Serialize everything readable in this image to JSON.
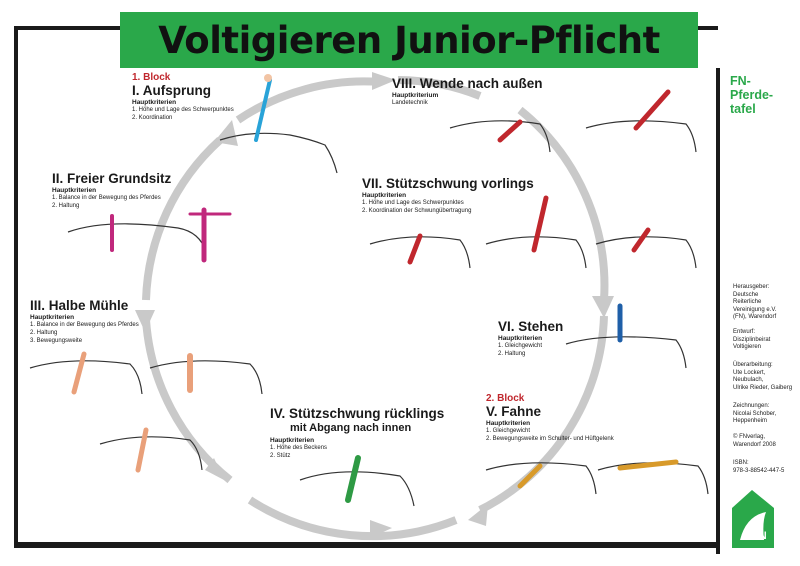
{
  "title": "Voltigieren Junior-Pflicht",
  "logo": {
    "line1": "FN-",
    "line2": "Pferde-",
    "line3": "tafel"
  },
  "sections": {
    "aufsprung": {
      "block": "1. Block",
      "heading": "I. Aufsprung",
      "crit_label": "Hauptkriterien",
      "items": [
        "1. Höhe und Lage des Schwerpunktes",
        "2. Koordination"
      ]
    },
    "grundsitz": {
      "heading": "II. Freier Grundsitz",
      "crit_label": "Hauptkriterien",
      "items": [
        "1. Balance in der Bewegung des Pferdes",
        "2. Haltung"
      ]
    },
    "muehle": {
      "heading": "III. Halbe Mühle",
      "crit_label": "Hauptkriterien",
      "items": [
        "1. Balance in der Bewegung des Pferdes",
        "2. Haltung",
        "3. Bewegungsweite"
      ]
    },
    "rueck": {
      "heading": "IV. Stützschwung rücklings",
      "subheading": "mit Abgang nach innen",
      "crit_label": "Hauptkriterien",
      "items": [
        "1. Höhe des Beckens",
        "2. Stütz"
      ]
    },
    "fahne": {
      "block": "2. Block",
      "heading": "V. Fahne",
      "crit_label": "Hauptkriterien",
      "items": [
        "1. Gleichgewicht",
        "2. Bewegungsweite im Schulter- und Hüftgelenk"
      ]
    },
    "stehen": {
      "heading": "VI. Stehen",
      "crit_label": "Hauptkriterien",
      "items": [
        "1. Gleichgewicht",
        "2. Haltung"
      ]
    },
    "vorlings": {
      "heading": "VII. Stützschwung vorlings",
      "crit_label": "Hauptkriterien",
      "items": [
        "1. Höhe und Lage des Schwerpunktes",
        "2. Koordination der Schwungübertragung"
      ]
    },
    "wende": {
      "heading": "VIII. Wende nach außen",
      "crit_label": "Hauptkriterium",
      "items": [
        "Landetechnik"
      ]
    }
  },
  "sidebar": {
    "publisher": [
      "Herausgeber:",
      "Deutsche",
      "Reiterliche",
      "Vereinigung e.V.",
      "(FN), Warendorf"
    ],
    "design": [
      "Entwurf:",
      "Disziplinbeirat",
      "Voltigieren"
    ],
    "edit": [
      "Überarbeitung:",
      "Ute Lockert,",
      "Neubulach,",
      "Ulrike Rieder, Gaiberg"
    ],
    "drawings": [
      "Zeichnungen:",
      "Nicolai Schober,",
      "Heppenheim"
    ],
    "copyright": [
      "© FNverlag,",
      "Warendorf 2008"
    ],
    "isbn": [
      "ISBN:",
      "978-3-88542-447-5"
    ]
  },
  "badge_text": "FN",
  "colors": {
    "banner": "#2aa84a",
    "block": "#c0272d",
    "arrow": "#c9c9c9"
  }
}
